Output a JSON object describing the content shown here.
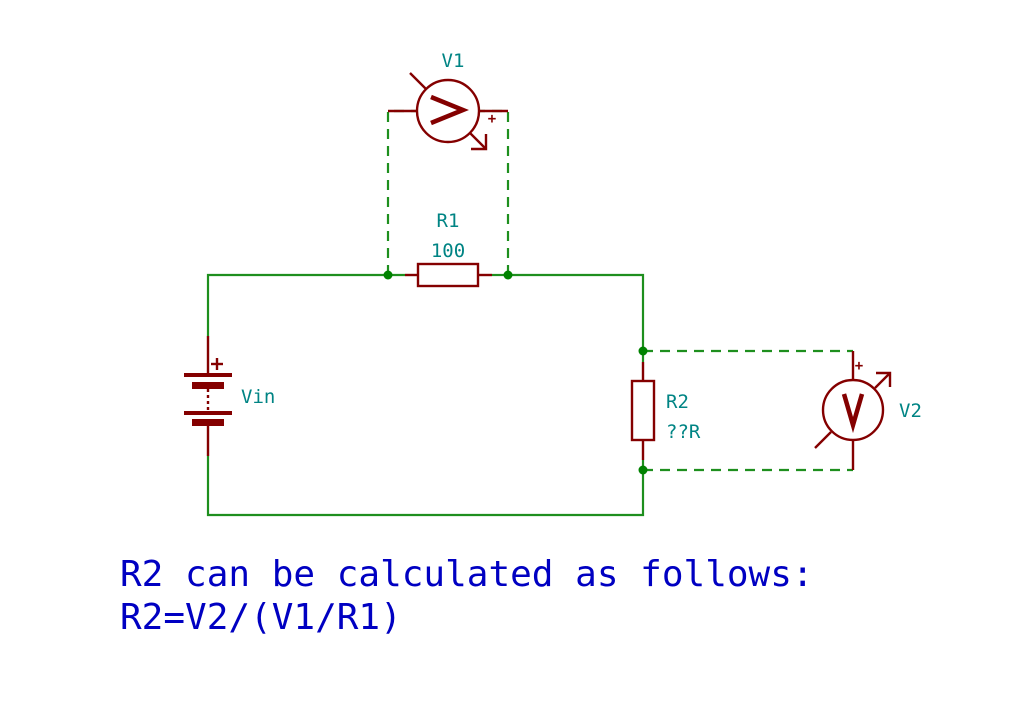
{
  "schematic": {
    "components": {
      "r1": {
        "ref": "R1",
        "value": "100"
      },
      "r2": {
        "ref": "R2",
        "value": "??R"
      },
      "vin": {
        "ref": "Vin"
      },
      "v1": {
        "ref": "V1",
        "plus": "+"
      },
      "v2": {
        "ref": "V2",
        "plus": "+"
      },
      "vin_plus": "+"
    },
    "note": {
      "line1": "R2 can be calculated as follows:",
      "line2": "R2=V2/(V1/R1)"
    },
    "colors": {
      "wire": "#1e8f1e",
      "component": "#840000",
      "label": "#008484",
      "note": "#0000c2",
      "junction": "#008200"
    }
  }
}
